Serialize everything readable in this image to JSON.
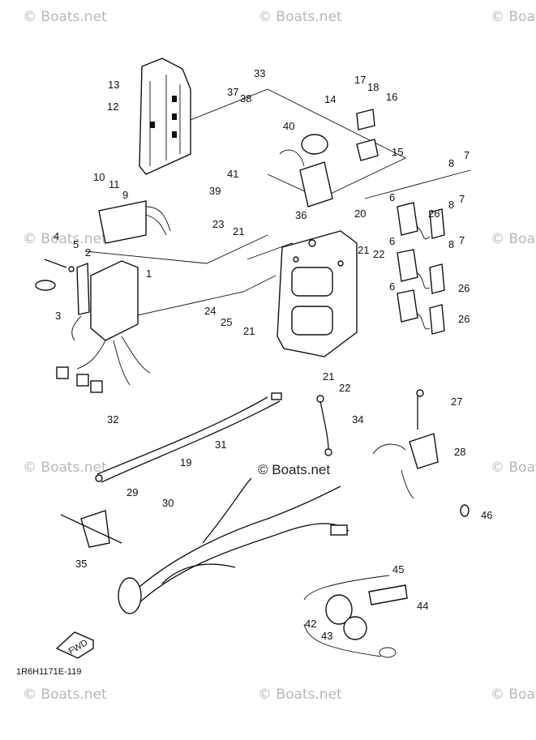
{
  "watermark": "© Boats.net",
  "diagram_code": "1R6H1171E-119",
  "fwd_label": "FWD",
  "callouts": [
    "1",
    "2",
    "3",
    "4",
    "5",
    "6",
    "7",
    "8",
    "9",
    "10",
    "11",
    "12",
    "13",
    "14",
    "15",
    "16",
    "17",
    "18",
    "19",
    "20",
    "21",
    "22",
    "23",
    "24",
    "25",
    "26",
    "27",
    "28",
    "29",
    "30",
    "31",
    "32",
    "33",
    "34",
    "35",
    "36",
    "37",
    "38",
    "39",
    "40",
    "41",
    "42",
    "43",
    "44",
    "45",
    "46"
  ]
}
